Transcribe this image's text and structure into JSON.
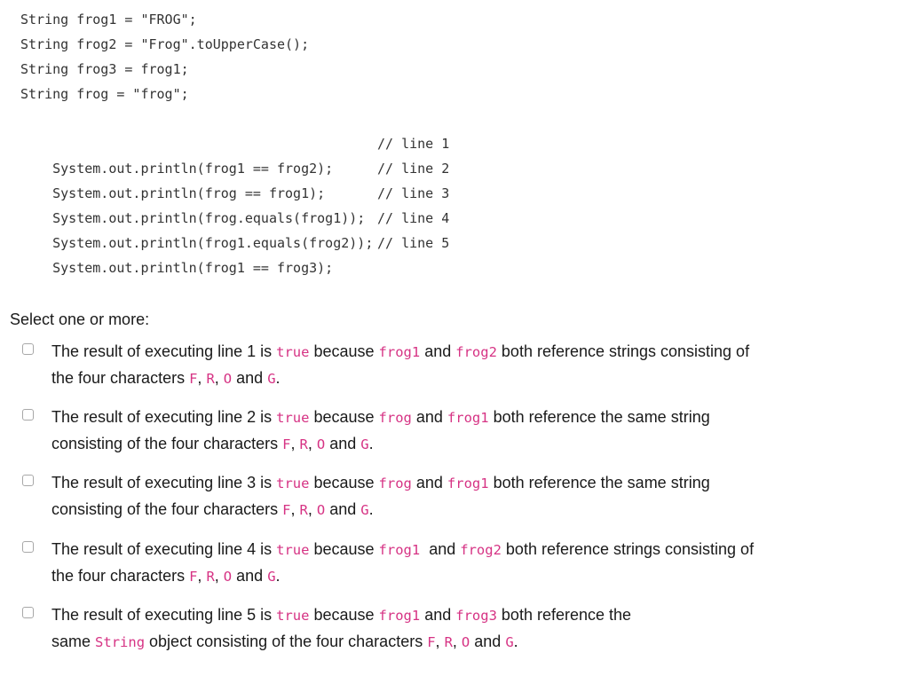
{
  "code": {
    "declarations": [
      "String frog1 = \"FROG\";",
      "String frog2 = \"Frog\".toUpperCase();",
      "String frog3 = frog1;",
      "String frog = \"frog\";"
    ],
    "statements": [
      {
        "code": "System.out.println(frog1 == frog2);",
        "comment": "// line 1"
      },
      {
        "code": "System.out.println(frog == frog1);",
        "comment": "// line 2"
      },
      {
        "code": "System.out.println(frog.equals(frog1));",
        "comment": "// line 3"
      },
      {
        "code": "System.out.println(frog1.equals(frog2));",
        "comment": "// line 4"
      },
      {
        "code": "System.out.println(frog1 == frog3);",
        "comment": "// line 5"
      }
    ]
  },
  "prompt": "Select one or more:",
  "options": [
    {
      "a": "The result of executing line 1 is ",
      "k1": "true",
      "b": " because ",
      "k2": "frog1",
      "c": " and ",
      "k3": "frog2",
      "d": " both reference strings consisting of",
      "e": "the four characters ",
      "f1": "F",
      "f2": "R",
      "f3": "O",
      "f4": "G",
      "sep": ", ",
      "and": " and ",
      "end": "."
    },
    {
      "a": "The result of executing line 2 is ",
      "k1": "true",
      "b": " because ",
      "k2": "frog",
      "c": " and ",
      "k3": "frog1",
      "d": " both reference the same string",
      "e": "consisting of the four characters ",
      "f1": "F",
      "f2": "R",
      "f3": "O",
      "f4": "G",
      "sep": ", ",
      "and": " and ",
      "end": "."
    },
    {
      "a": "The result of executing line 3 is ",
      "k1": "true",
      "b": " because ",
      "k2": "frog",
      "c": " and ",
      "k3": "frog1",
      "d": " both reference the same string",
      "e": "consisting of the four characters ",
      "f1": "F",
      "f2": "R",
      "f3": "O",
      "f4": "G",
      "sep": ", ",
      "and": " and ",
      "end": "."
    },
    {
      "a": "The result of executing line 4 is ",
      "k1": "true",
      "b": " because ",
      "k2": "frog1",
      "c": "  and ",
      "k3": "frog2",
      "d": " both reference strings consisting of",
      "e": "the four characters ",
      "f1": "F",
      "f2": "R",
      "f3": "O",
      "f4": "G",
      "sep": ", ",
      "and": " and ",
      "end": "."
    },
    {
      "a": "The result of executing line 5 is ",
      "k1": "true",
      "b": " because ",
      "k2": "frog1",
      "c": " and ",
      "k3": "frog3",
      "d": " both reference the",
      "e": "same ",
      "kstr": "String",
      "e2": " object consisting of the four characters ",
      "f1": "F",
      "f2": "R",
      "f3": "O",
      "f4": "G",
      "sep": ", ",
      "and": " and ",
      "end": "."
    }
  ]
}
